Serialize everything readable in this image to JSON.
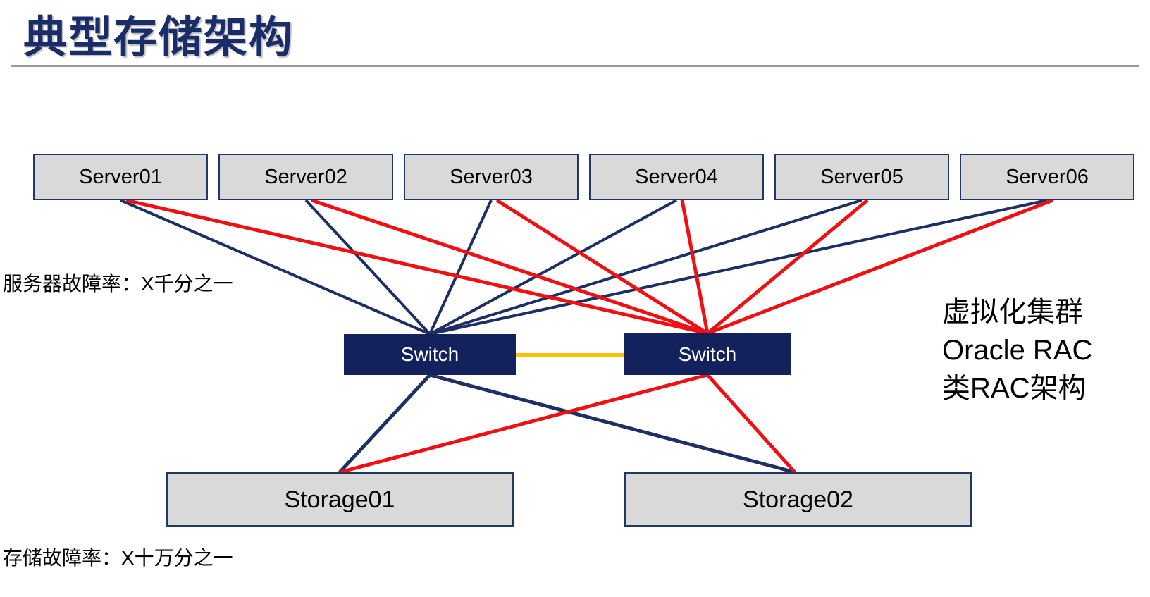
{
  "page": {
    "title": "典型存储架构"
  },
  "colors": {
    "navy": "#1E2F63",
    "box_border": "#1F3864",
    "box_fill": "#D9D9D9",
    "switch_fill": "#13215D",
    "red": "#F01011",
    "yellow": "#FFC000",
    "title": "#1B2D69",
    "rule_gray": "#9A9A9A"
  },
  "servers": [
    {
      "label": "Server01"
    },
    {
      "label": "Server02"
    },
    {
      "label": "Server03"
    },
    {
      "label": "Server04"
    },
    {
      "label": "Server05"
    },
    {
      "label": "Server06"
    }
  ],
  "switches": [
    {
      "label": "Switch"
    },
    {
      "label": "Switch"
    }
  ],
  "storages": [
    {
      "label": "Storage01"
    },
    {
      "label": "Storage02"
    }
  ],
  "annotations": {
    "server_failure_rate": "服务器故障率：X千分之一",
    "storage_failure_rate": "存储故障率：X十万分之一",
    "cluster_note_lines": [
      {
        "text": "虚拟化集群"
      },
      {
        "text": "Oracle RAC"
      },
      {
        "text": "类RAC架构"
      }
    ]
  },
  "connections": {
    "server_to_left_switch_color": "navy",
    "server_to_right_switch_color": "red",
    "left_switch_to_storages_color": "navy",
    "right_switch_to_storages_color": "red",
    "inter_switch_link_color": "yellow"
  }
}
